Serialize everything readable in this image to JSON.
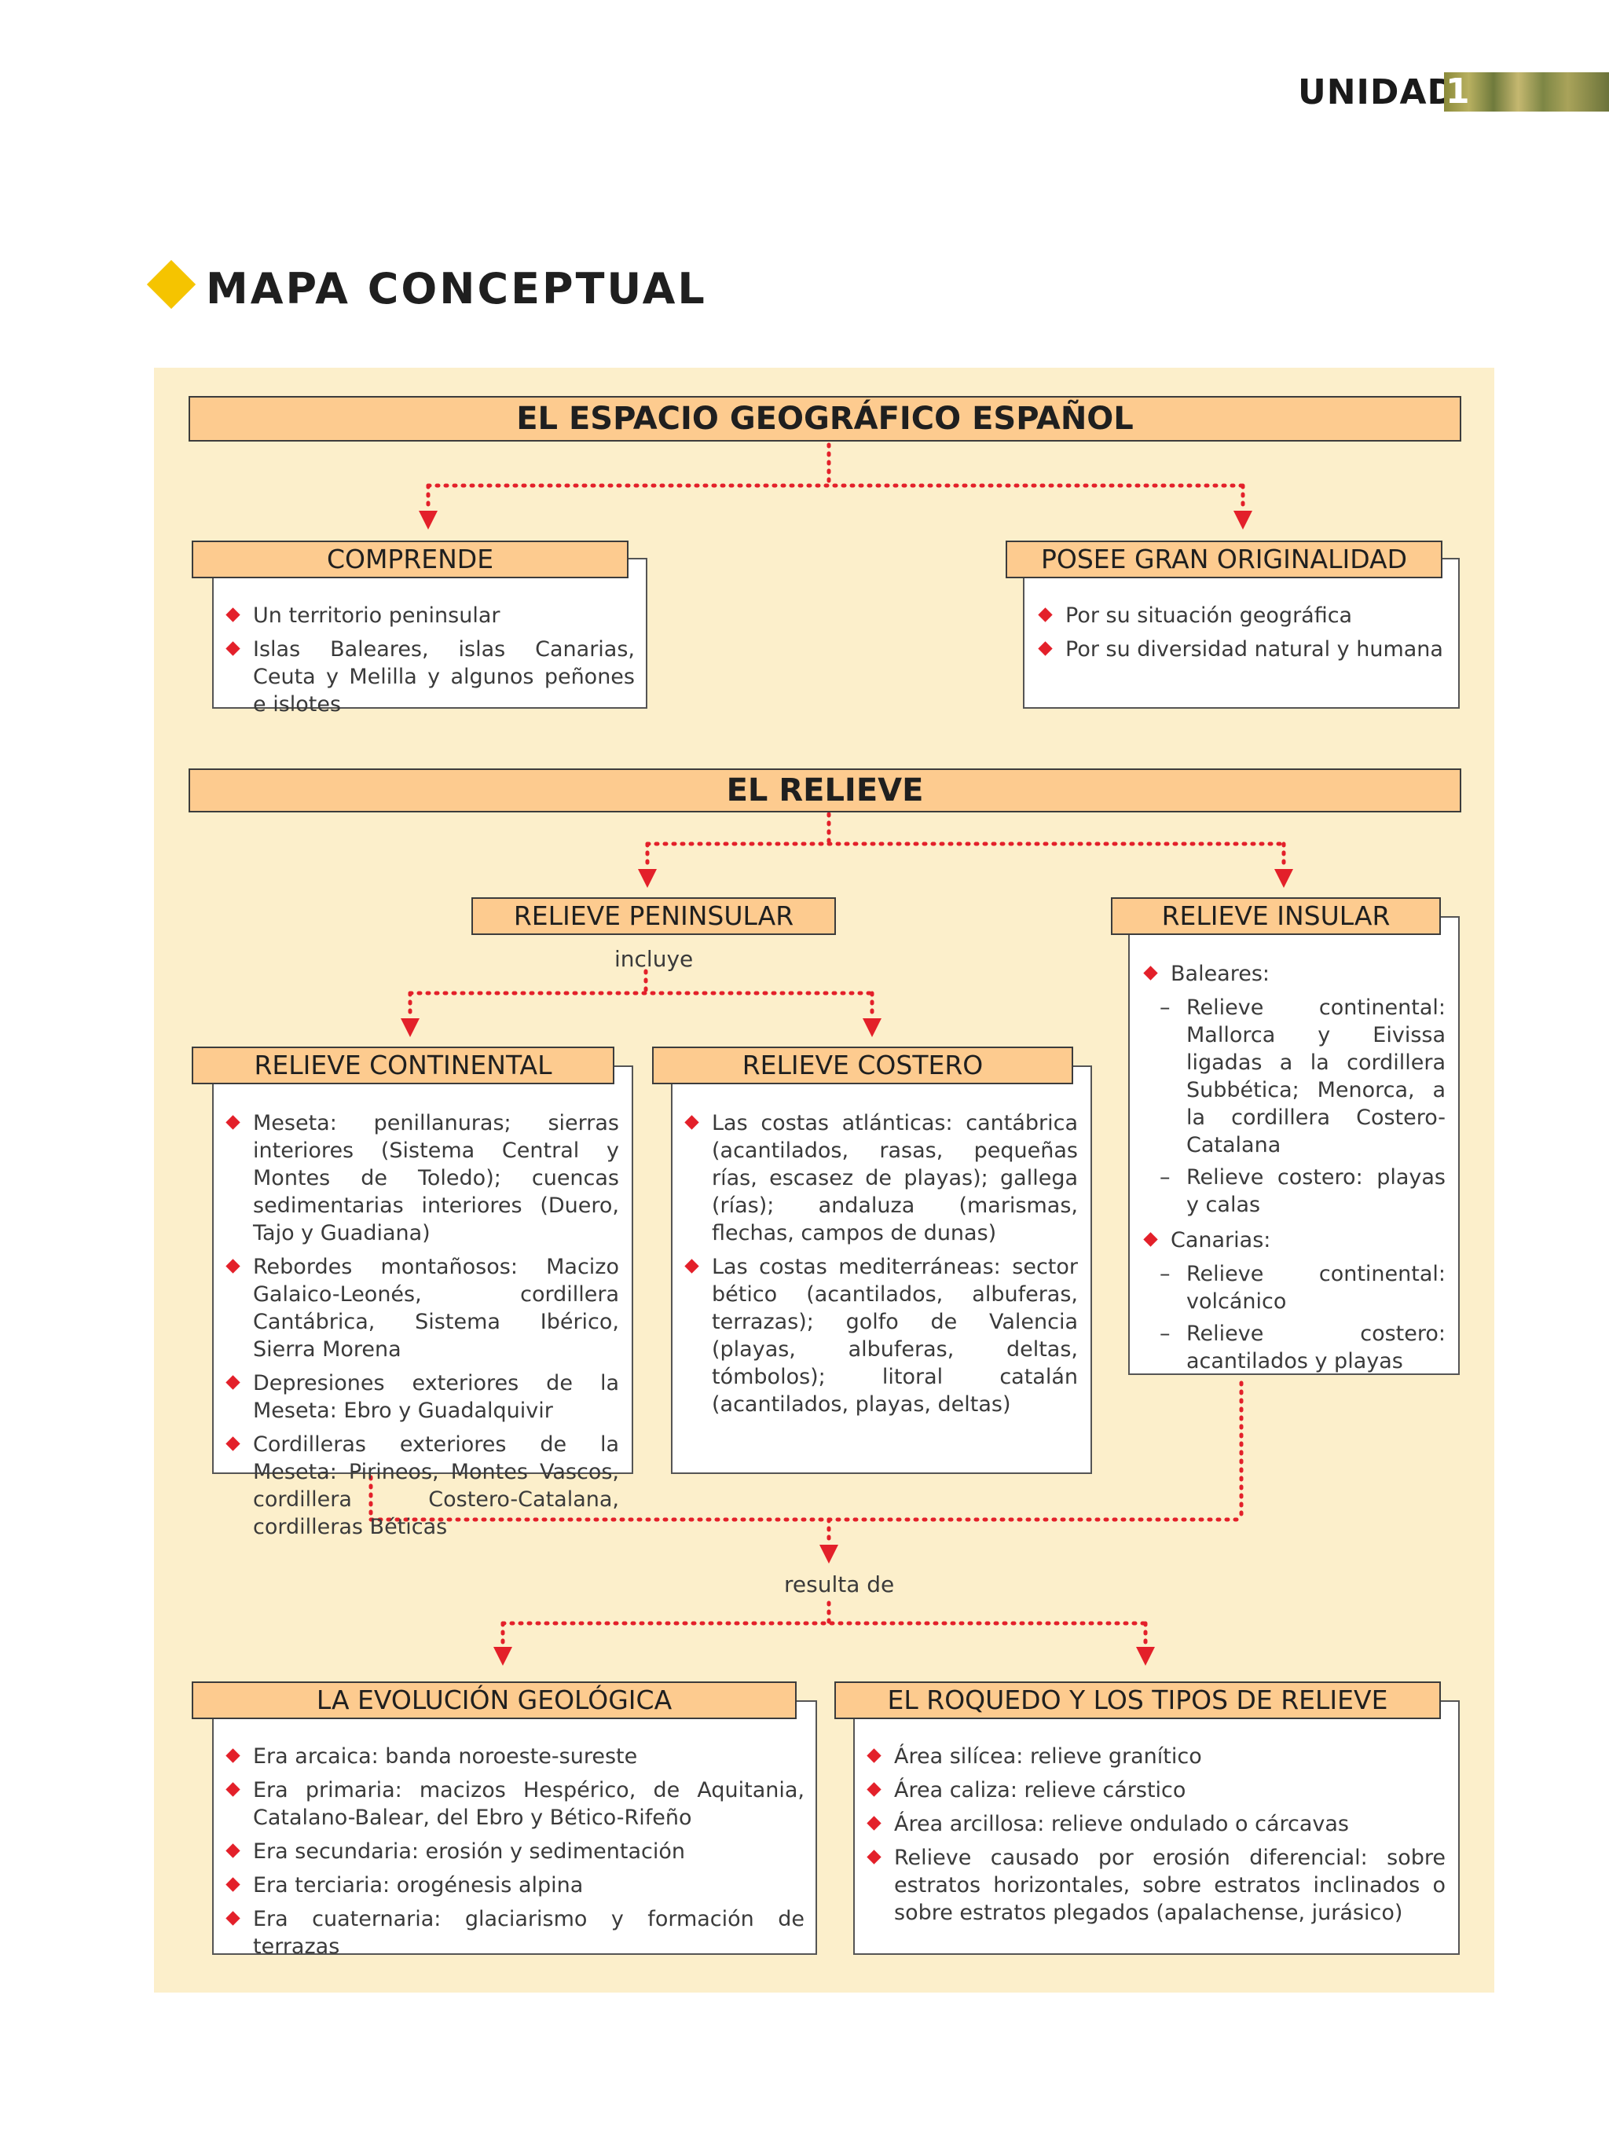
{
  "header": {
    "unit_label": "UNIDAD",
    "unit_number": "1"
  },
  "title": "MAPA CONCEPTUAL",
  "main1": "EL ESPACIO GEOGRÁFICO ESPAÑOL",
  "comprende": {
    "title": "COMPRENDE",
    "items": [
      "Un territorio peninsular",
      "Islas Baleares, islas Canarias, Ceuta y Melilla y algunos peñones e islotes"
    ]
  },
  "originalidad": {
    "title": "POSEE GRAN ORIGINALIDAD",
    "items": [
      "Por su situación geográfica",
      "Por su diversidad natural y humana"
    ]
  },
  "main2": "EL RELIEVE",
  "peninsular": {
    "title": "RELIEVE PENINSULAR",
    "note": "incluye"
  },
  "insular": {
    "title": "RELIEVE INSULAR",
    "baleares": "Baleares:",
    "baleares_sub": [
      "Relieve continental: Mallorca y Eivissa ligadas a la cordillera Subbética; Menorca, a la cordillera Costero-Catalana",
      "Relieve costero: playas y calas"
    ],
    "canarias": "Canarias:",
    "canarias_sub": [
      "Relieve continental: volcánico",
      "Relieve costero: acantilados y playas"
    ]
  },
  "continental": {
    "title": "RELIEVE CONTINENTAL",
    "items": [
      "Meseta: penillanuras; sierras interiores (Sistema Central y Montes de Toledo); cuencas sedimentarias interiores (Duero, Tajo y Guadiana)",
      "Rebordes montañosos: Macizo Galaico-Leonés, cordillera Cantábrica, Sistema Ibérico, Sierra Morena",
      "Depresiones exteriores de la Meseta: Ebro y Guadalquivir",
      "Cordilleras exteriores de la Meseta: Pirineos, Montes Vascos, cordillera Costero-Catalana, cordilleras Béticas"
    ]
  },
  "costero": {
    "title": "RELIEVE COSTERO",
    "items": [
      "Las costas atlánticas: cantábrica (acantilados, rasas, pequeñas rías, escasez de playas); gallega (rías); andaluza (marismas, flechas, campos de dunas)",
      "Las costas mediterráneas: sector bético (acantilados, albuferas, terrazas); golfo de Valencia (playas, albuferas, deltas, tómbolos); litoral catalán (acantilados, playas, deltas)"
    ]
  },
  "resulta_de": "resulta de",
  "evolucion": {
    "title": "LA EVOLUCIÓN GEOLÓGICA",
    "items": [
      "Era arcaica: banda noroeste-sureste",
      "Era primaria: macizos Hespérico, de Aquitania, Catalano-Balear, del Ebro y Bético-Rifeño",
      "Era secundaria: erosión y sedimentación",
      "Era terciaria: orogénesis alpina",
      "Era cuaternaria: glaciarismo y formación de terrazas"
    ]
  },
  "roquedo": {
    "title": "EL ROQUEDO Y LOS TIPOS DE RELIEVE",
    "items": [
      "Área silícea: relieve granítico",
      "Área caliza: relieve cárstico",
      "Área arcillosa: relieve ondulado o cárcavas",
      "Relieve causado por erosión diferencial: sobre estratos horizontales, sobre estratos inclinados o sobre estratos plegados (apalachense, jurásico)"
    ]
  },
  "colors": {
    "accent_bar": "#fdcb8f",
    "panel_bg": "#fcefcb",
    "connector": "#e3202a",
    "title_diamond": "#f5c400"
  }
}
